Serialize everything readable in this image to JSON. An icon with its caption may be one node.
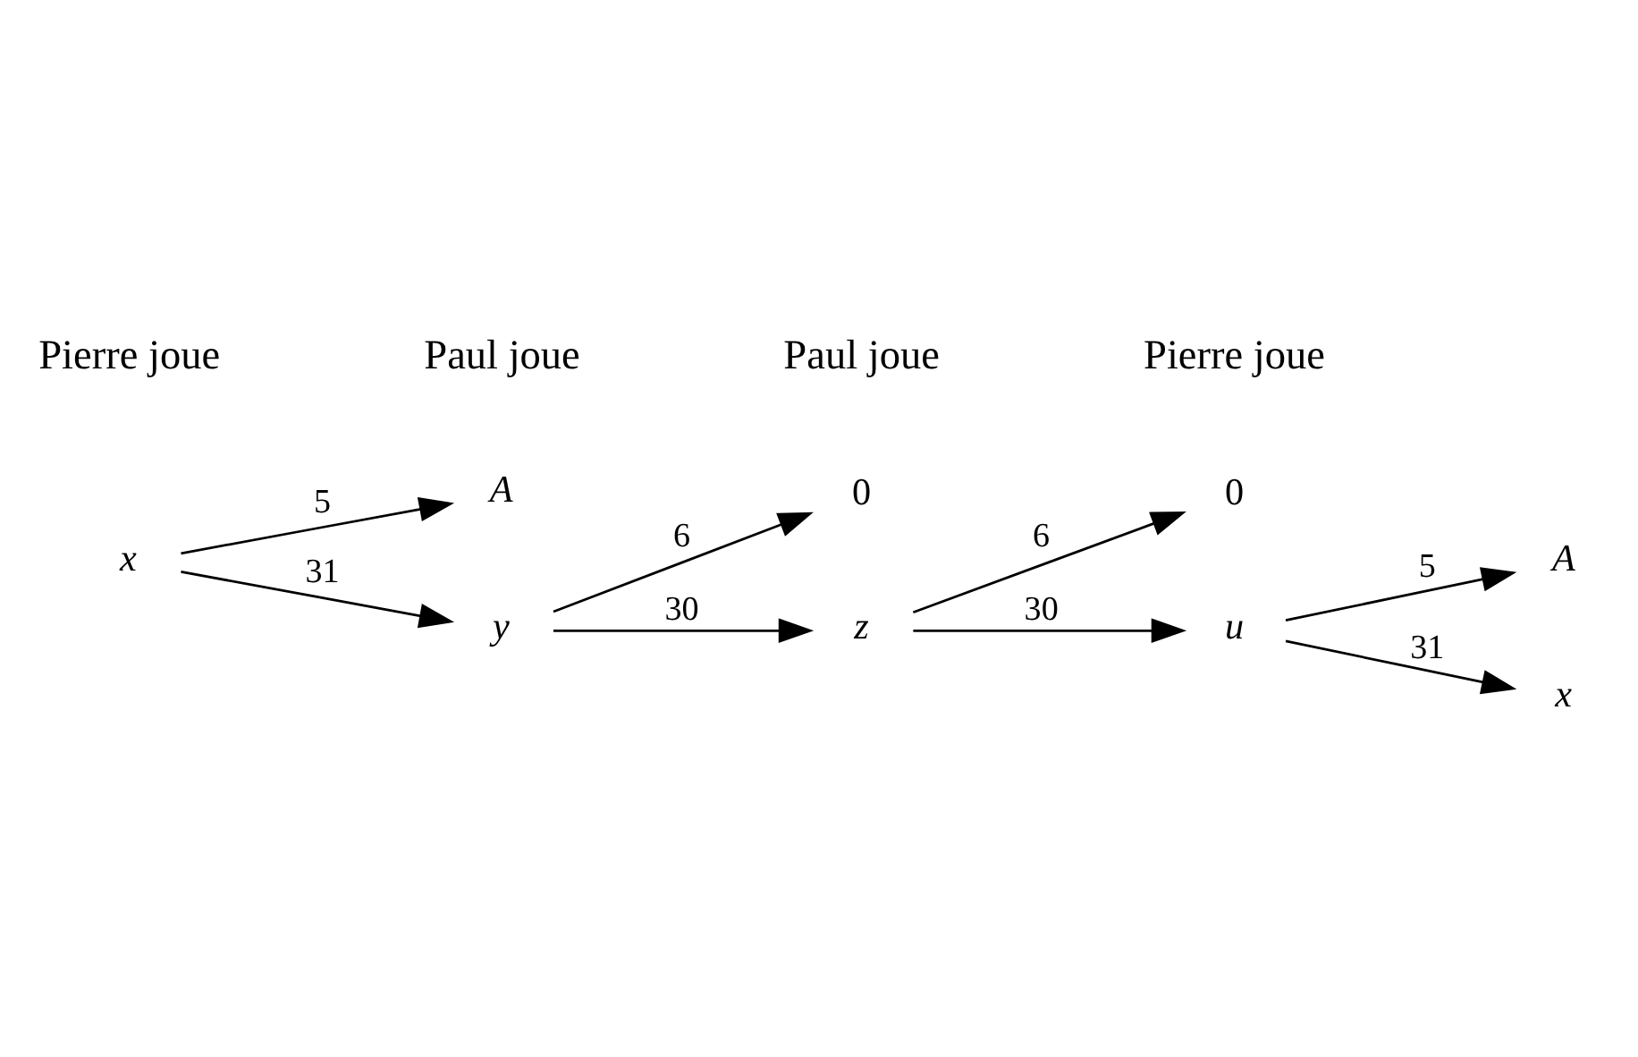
{
  "diagram": {
    "nodes": [
      {
        "text": [
          "x"
        ]
      },
      {
        "text": [
          "A"
        ]
      },
      {
        "text": [
          "y"
        ]
      },
      {
        "text": [
          "0"
        ]
      },
      {
        "text": [
          "z"
        ]
      },
      {
        "text": [
          "0"
        ]
      },
      {
        "text": [
          "u"
        ]
      },
      {
        "text": [
          "A"
        ]
      },
      {
        "text": [
          "x"
        ]
      }
    ],
    "edges": [
      {
        "from": 0,
        "to": 1,
        "arrow": "to",
        "label": "5"
      },
      {
        "from": 0,
        "to": 2,
        "arrow": "to",
        "label": "31"
      },
      {
        "from": 2,
        "to": 3,
        "arrow": "to",
        "label": "6"
      },
      {
        "from": 2,
        "to": 4,
        "arrow": "to",
        "label": "30"
      },
      {
        "from": 4,
        "to": 5,
        "arrow": "to",
        "label": "6"
      },
      {
        "from": 4,
        "to": 6,
        "arrow": "to",
        "label": "30"
      },
      {
        "from": 6,
        "to": 7,
        "arrow": "to",
        "label": "5"
      },
      {
        "from": 6,
        "to": 8,
        "arrow": "to",
        "label": "31"
      }
    ],
    "labels": [
      "Pierre joue",
      "Paul joue",
      "Paul joue",
      "Pierre joue"
    ]
  }
}
